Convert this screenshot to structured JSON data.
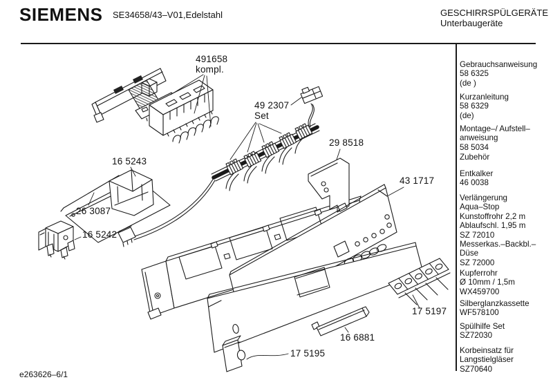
{
  "header": {
    "brand": "SIEMENS",
    "model": "SE34658/43–V01,Edelstahl",
    "product_line": "GESCHIRRSPÜLGERÄTE",
    "product_subline": "Unterbaugeräte"
  },
  "diagram": {
    "part_labels": [
      {
        "id": "491658",
        "lines": [
          "491658",
          "kompl."
        ]
      },
      {
        "id": "492307",
        "lines": [
          "49 2307",
          "Set"
        ]
      },
      {
        "id": "298518",
        "lines": [
          "29 8518"
        ]
      },
      {
        "id": "165243",
        "lines": [
          "16 5243"
        ]
      },
      {
        "id": "263087",
        "lines": [
          "26 3087"
        ]
      },
      {
        "id": "165242",
        "lines": [
          "16 5242"
        ]
      },
      {
        "id": "431717",
        "lines": [
          "43 1717"
        ]
      },
      {
        "id": "175197",
        "lines": [
          "17 5197"
        ]
      },
      {
        "id": "166881",
        "lines": [
          "16 6881"
        ]
      },
      {
        "id": "175195",
        "lines": [
          "17 5195"
        ]
      }
    ]
  },
  "sidebar": {
    "items": [
      {
        "lines": [
          "Gebrauchsanweisung",
          "58 6325",
          "(de )"
        ]
      },
      {
        "lines": [
          "Kurzanleitung",
          "58 6329",
          "(de)"
        ]
      },
      {
        "lines": [
          "Montage–/ Aufstell–",
          "anweisung",
          "58 5034"
        ]
      },
      {
        "lines": [
          "Zubehör"
        ]
      },
      {
        "lines": [
          "Entkalker",
          "46 0038"
        ]
      },
      {
        "lines": [
          "Verlängerung",
          "Aqua–Stop",
          "Kunstoffrohr 2,2 m",
          "Ablaufschl. 1,95 m",
          "SZ 72010"
        ]
      },
      {
        "lines": [
          "Messerkas.–Backbl.–",
          "Düse",
          "SZ 72000"
        ]
      },
      {
        "lines": [
          "Kupferrohr",
          "Ø 10mm / 1,5m",
          "WX459700"
        ]
      },
      {
        "lines": [
          "Silberglanzkassette",
          "WF578100"
        ]
      },
      {
        "lines": [
          "Spülhilfe Set",
          "SZ72030"
        ]
      },
      {
        "lines": [
          "Korbeinsatz für",
          "Langstielgläser",
          "SZ70640"
        ]
      }
    ]
  },
  "footer": {
    "document_number": "e263626–6/1"
  },
  "colors": {
    "ink": "#1a1a1a",
    "background": "#ffffff"
  }
}
